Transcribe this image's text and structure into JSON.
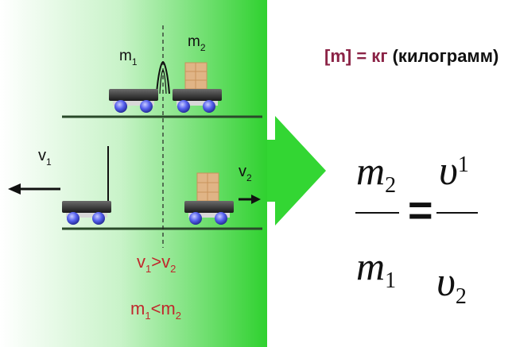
{
  "unit_note": {
    "symbol": "[m]",
    "equals": "= кг",
    "name": "(килограмм)"
  },
  "top_scene": {
    "mass1_label": "m",
    "mass1_sub": "1",
    "mass2_label": "m",
    "mass2_sub": "2"
  },
  "bottom_scene": {
    "v1_label": "v",
    "v1_sub": "1",
    "v2_label": "v",
    "v2_sub": "2"
  },
  "relations": {
    "velocity": {
      "left": "v",
      "left_sub": "1",
      "op": ">",
      "right": "v",
      "right_sub": "2"
    },
    "mass": {
      "left": "m",
      "left_sub": "1",
      "op": "<",
      "right": "m",
      "right_sub": "2"
    }
  },
  "formula": {
    "left_num": "m",
    "left_num_sub": "2",
    "left_den": "m",
    "left_den_sub": "1",
    "equals": "=",
    "right_num": "υ",
    "right_num_sub": "1",
    "right_den": "υ",
    "right_den_sub": "2"
  },
  "colors": {
    "accent_red": "#c0282c",
    "unit_maroon": "#8b2346",
    "green": "#33d633",
    "cargo": "#e0b486",
    "wheel": "#3c46d8"
  }
}
